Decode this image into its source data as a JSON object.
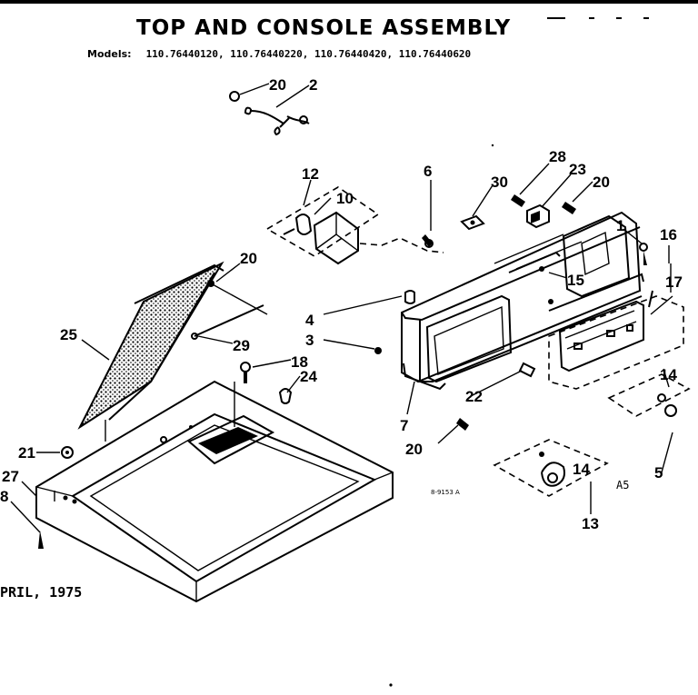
{
  "diagram": {
    "title": "TOP AND CONSOLE ASSEMBLY",
    "models_label": "Models:",
    "models": "110.76440120, 110.76440220, 110.76440420, 110.76440620",
    "date": "PRIL, 1975",
    "page_code": "A5",
    "drawing_ref": "8-9153 A",
    "callouts": {
      "c1": "1",
      "c2": "2",
      "c3": "3",
      "c4": "4",
      "c5": "5",
      "c6": "6",
      "c7": "7",
      "c8": "8",
      "c10": "10",
      "c12": "12",
      "c13": "13",
      "c14a": "14",
      "c14b": "14",
      "c15": "15",
      "c16": "16",
      "c17": "17",
      "c18": "18",
      "c20a": "20",
      "c20b": "20",
      "c20c": "20",
      "c20d": "20",
      "c21": "21",
      "c22": "22",
      "c23": "23",
      "c24": "24",
      "c25": "25",
      "c27": "27",
      "c28": "28",
      "c29": "29",
      "c30": "30"
    }
  }
}
